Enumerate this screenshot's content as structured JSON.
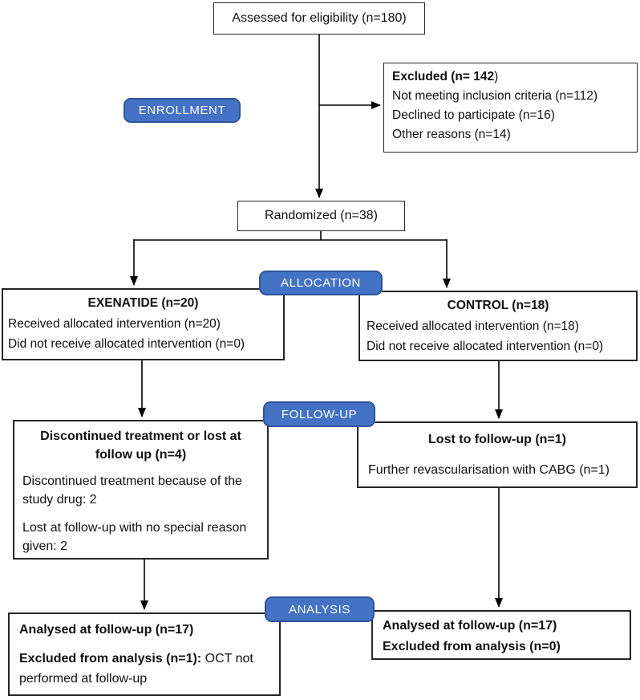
{
  "colors": {
    "stage_label_fill": "#4472C4",
    "stage_label_border": "#2F5597",
    "stage_label_text": "#FFFFFF",
    "box_border": "#262626",
    "arrow": "#000000",
    "text": "#111111",
    "background": "#FFFFFF"
  },
  "stage_labels": {
    "enrollment": "ENROLLMENT",
    "allocation": "ALLOCATION",
    "followup": "FOLLOW-UP",
    "analysis": "ANALYSIS"
  },
  "boxes": {
    "assessed": {
      "text": "Assessed for eligibility (n=180)"
    },
    "excluded": {
      "title_bold": "Excluded (n= 142",
      "title_close": ")",
      "items": [
        "Not meeting inclusion criteria (n=112)",
        "Declined to participate (n=16)",
        "Other reasons (n=14)"
      ]
    },
    "randomized": {
      "text": "Randomized (n=38)"
    },
    "exenatide": {
      "title": "EXENATIDE (n=20)",
      "items": [
        "Received allocated intervention (n=20)",
        "Did not receive allocated intervention (n=0)"
      ]
    },
    "control": {
      "title": "CONTROL (n=18)",
      "items": [
        "Received allocated intervention (n=18)",
        "Did not receive allocated intervention (n=0)"
      ]
    },
    "discontinued": {
      "title": "Discontinued treatment or lost at follow up (n=4)",
      "items": [
        "Discontinued treatment because of the study drug: 2",
        "Lost at follow-up with no special reason given: 2"
      ]
    },
    "lost_followup": {
      "title": "Lost to follow-up (n=1)",
      "items": [
        "Further revascularisation with CABG (n=1)"
      ]
    },
    "analysed_left": {
      "line1": "Analysed at follow-up (n=17)",
      "line2_bold": "Excluded from analysis (n=1):",
      "line2_rest": " OCT not performed at follow-up"
    },
    "analysed_right": {
      "items": [
        "Analysed at follow-up (n=17)",
        "Excluded from analysis (n=0)"
      ]
    }
  }
}
